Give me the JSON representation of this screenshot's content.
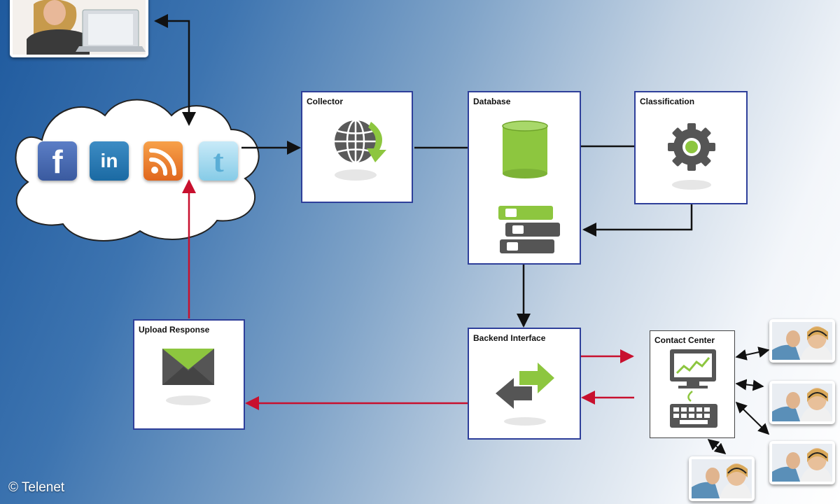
{
  "diagram": {
    "boxes": {
      "collector": "Collector",
      "database": "Database",
      "classification": "Classification",
      "backend_interface": "Backend Interface",
      "upload_response": "Upload Response",
      "contact_center": "Contact Center"
    },
    "social_icons": [
      {
        "name": "facebook",
        "glyph": "f"
      },
      {
        "name": "linkedin",
        "glyph": "in"
      },
      {
        "name": "rss",
        "glyph": ""
      },
      {
        "name": "twitter",
        "glyph": "t"
      }
    ],
    "copyright": "© Telenet"
  },
  "colors": {
    "box_border": "#2e3f9a",
    "arrow_black": "#111111",
    "arrow_red": "#c8102e",
    "accent_green": "#8dc63f",
    "icon_gray": "#555555"
  }
}
